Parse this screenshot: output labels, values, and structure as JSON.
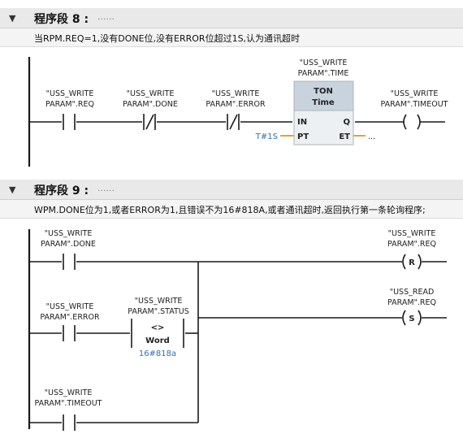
{
  "segments": [
    {
      "title": "程序段 8 :",
      "dots": "......",
      "comment": "当RPM.REQ=1,没有DONE位,没有ERROR位超过1S,认为通讯超时",
      "contact1": {
        "l1": "\"USS_WRITE",
        "l2": "PARAM\".REQ"
      },
      "contact2": {
        "l1": "\"USS_WRITE",
        "l2": "PARAM\".DONE"
      },
      "contact3": {
        "l1": "\"USS_WRITE",
        "l2": "PARAM\".ERROR"
      },
      "timer": {
        "inst1": "\"USS_WRITE",
        "inst2": "PARAM\".TIME",
        "name": "TON",
        "type": "Time",
        "in": "IN",
        "pt": "PT",
        "q": "Q",
        "et": "ET",
        "pt_value": "T#1S",
        "et_value": "..."
      },
      "coil": {
        "l1": "\"USS_WRITE",
        "l2": "PARAM\".TIMEOUT"
      }
    },
    {
      "title": "程序段 9 :",
      "dots": "......",
      "comment": "WPM.DONE位为1,或者ERROR为1,且错误不为16#818A,或者通讯超时,返回执行第一条轮询程序;",
      "contact_done": {
        "l1": "\"USS_WRITE",
        "l2": "PARAM\".DONE"
      },
      "contact_error": {
        "l1": "\"USS_WRITE",
        "l2": "PARAM\".ERROR"
      },
      "compare": {
        "l1": "\"USS_WRITE",
        "l2": "PARAM\".STATUS",
        "op": "<>",
        "type": "Word",
        "value": "16#818a"
      },
      "contact_timeout": {
        "l1": "\"USS_WRITE",
        "l2": "PARAM\".TIMEOUT"
      },
      "coil_reset": {
        "l1": "\"USS_WRITE",
        "l2": "PARAM\".REQ",
        "letter": "R"
      },
      "coil_set": {
        "l1": "\"USS_READ",
        "l2": "PARAM\".REQ",
        "letter": "S"
      }
    }
  ]
}
